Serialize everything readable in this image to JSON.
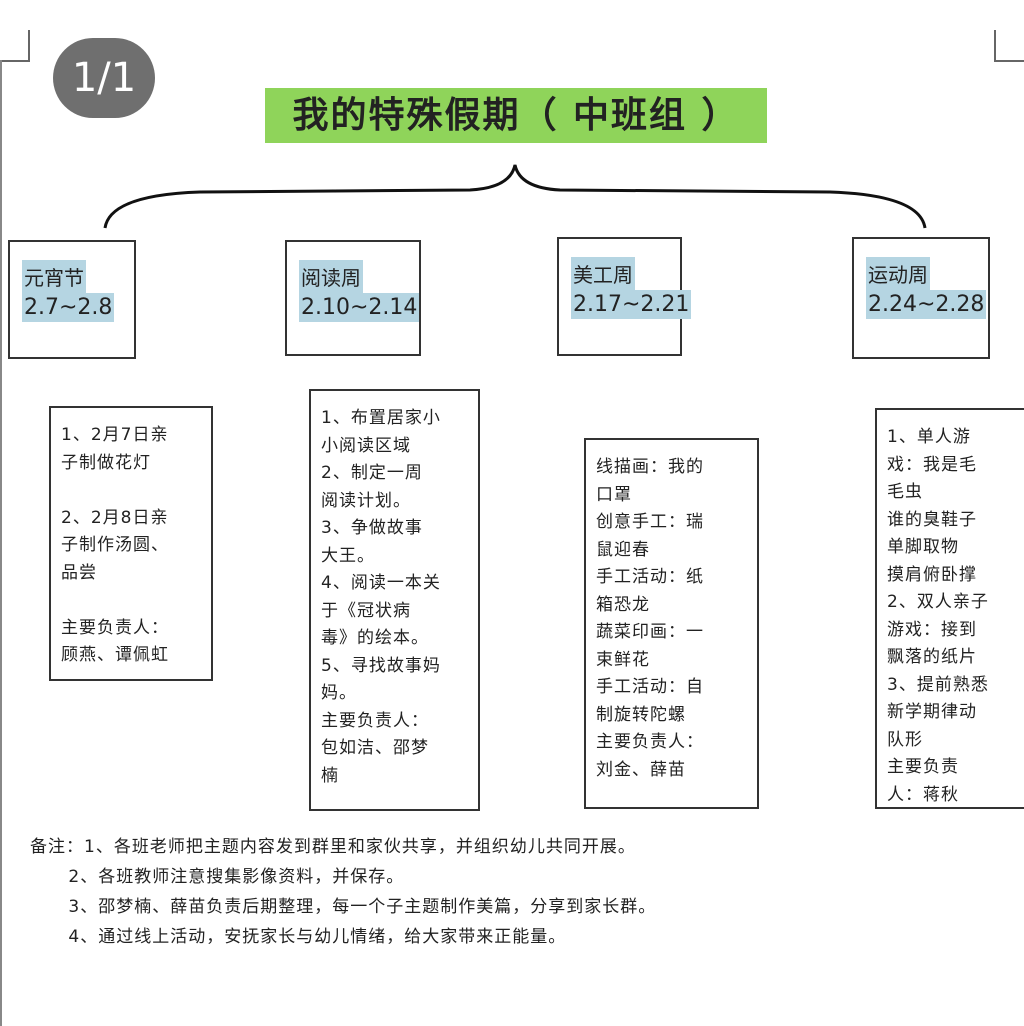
{
  "page_indicator": "1/1",
  "title": "我的特殊假期（ 中班组 ）",
  "colors": {
    "title_bg": "#8fd45a",
    "highlight": "#b5d5e2",
    "badge": "#6f6f6f"
  },
  "themes": [
    {
      "name": "元宵节",
      "date": "2.7~2.8"
    },
    {
      "name": "阅读周",
      "date": "2.10~2.14"
    },
    {
      "name": "美工周",
      "date": "2.17~2.21"
    },
    {
      "name": "运动周",
      "date": "2.24~2.28"
    }
  ],
  "details": [
    {
      "lines": [
        "1、2月7日亲",
        "子制做花灯",
        "",
        "2、2月8日亲",
        "子制作汤圆、",
        "品尝",
        "",
        "主要负责人：",
        "顾燕、谭佩虹"
      ]
    },
    {
      "lines": [
        "1、布置居家小",
        "小阅读区域",
        "2、制定一周",
        "阅读计划。",
        "3、争做故事",
        "大王。",
        "4、阅读一本关",
        "于《冠状病",
        "毒》的绘本。",
        "5、寻找故事妈",
        "妈。",
        "主要负责人：",
        "包如洁、邵梦",
        "楠"
      ]
    },
    {
      "lines": [
        "线描画：我的",
        "口罩",
        "创意手工：瑞",
        "鼠迎春",
        "手工活动：纸",
        "箱恐龙",
        "蔬菜印画：一",
        "束鲜花",
        "手工活动：自",
        "制旋转陀螺",
        "主要负责人：",
        "刘金、薛苗"
      ]
    },
    {
      "lines": [
        "1、单人游",
        "戏：我是毛",
        "毛虫",
        "谁的臭鞋子",
        "单脚取物",
        "摸肩俯卧撑",
        "2、双人亲子",
        "游戏：接到",
        "飘落的纸片",
        "3、提前熟悉",
        "新学期律动",
        "队形",
        "主要负责",
        "人：蒋秋"
      ]
    }
  ],
  "notes": [
    "备注：1、各班老师把主题内容发到群里和家伙共享，并组织幼儿共同开展。",
    "      2、各班教师注意搜集影像资料，并保存。",
    "      3、邵梦楠、薛苗负责后期整理，每一个子主题制作美篇，分享到家长群。",
    "      4、通过线上活动，安抚家长与幼儿情绪，给大家带来正能量。"
  ]
}
